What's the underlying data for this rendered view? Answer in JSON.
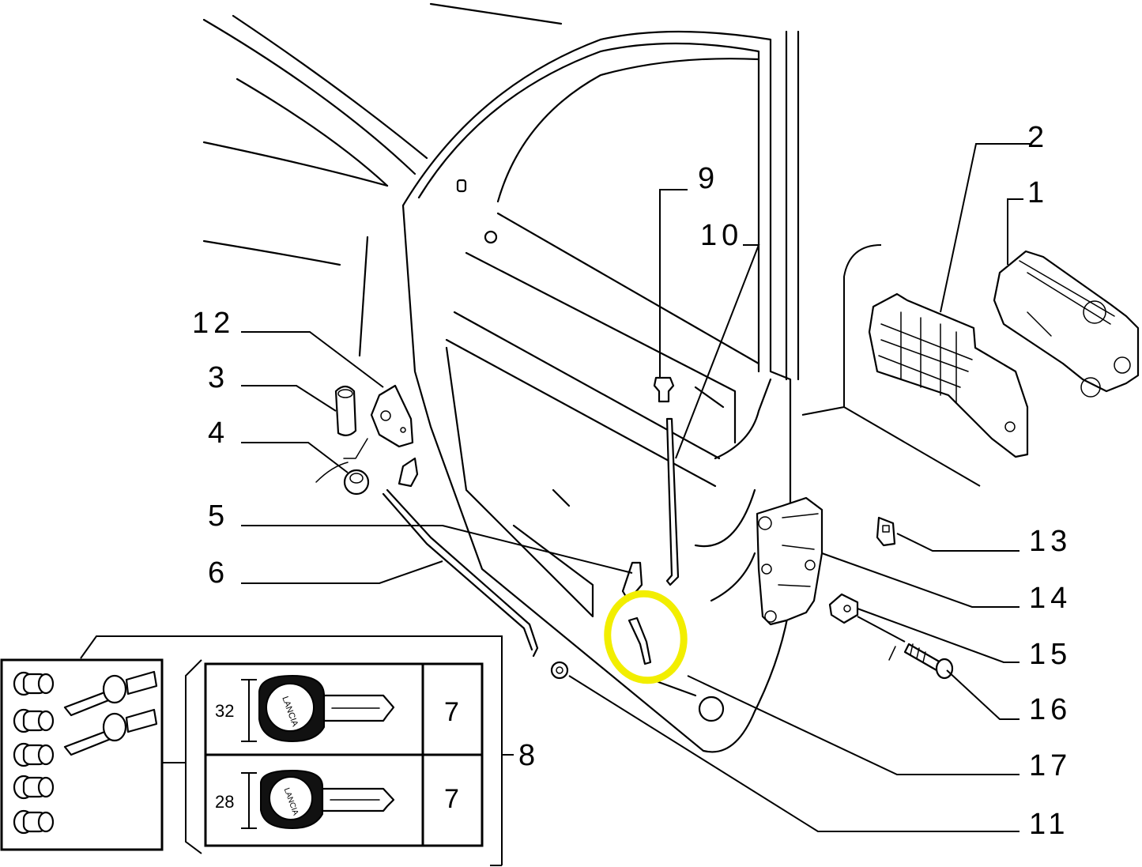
{
  "callouts": {
    "c1": "1",
    "c2": "2",
    "c3": "3",
    "c4": "4",
    "c5": "5",
    "c6": "6",
    "c8": "8",
    "c9": "9",
    "c10": "10",
    "c11": "11",
    "c12": "12",
    "c13": "13",
    "c14": "14",
    "c15": "15",
    "c16": "16",
    "c17": "17"
  },
  "key_table": {
    "rows": [
      {
        "dimension": "32",
        "qty": "7"
      },
      {
        "dimension": "28",
        "qty": "7"
      }
    ],
    "brand_text": "LANCIA"
  },
  "highlight": {
    "color": "#f2ee00"
  }
}
